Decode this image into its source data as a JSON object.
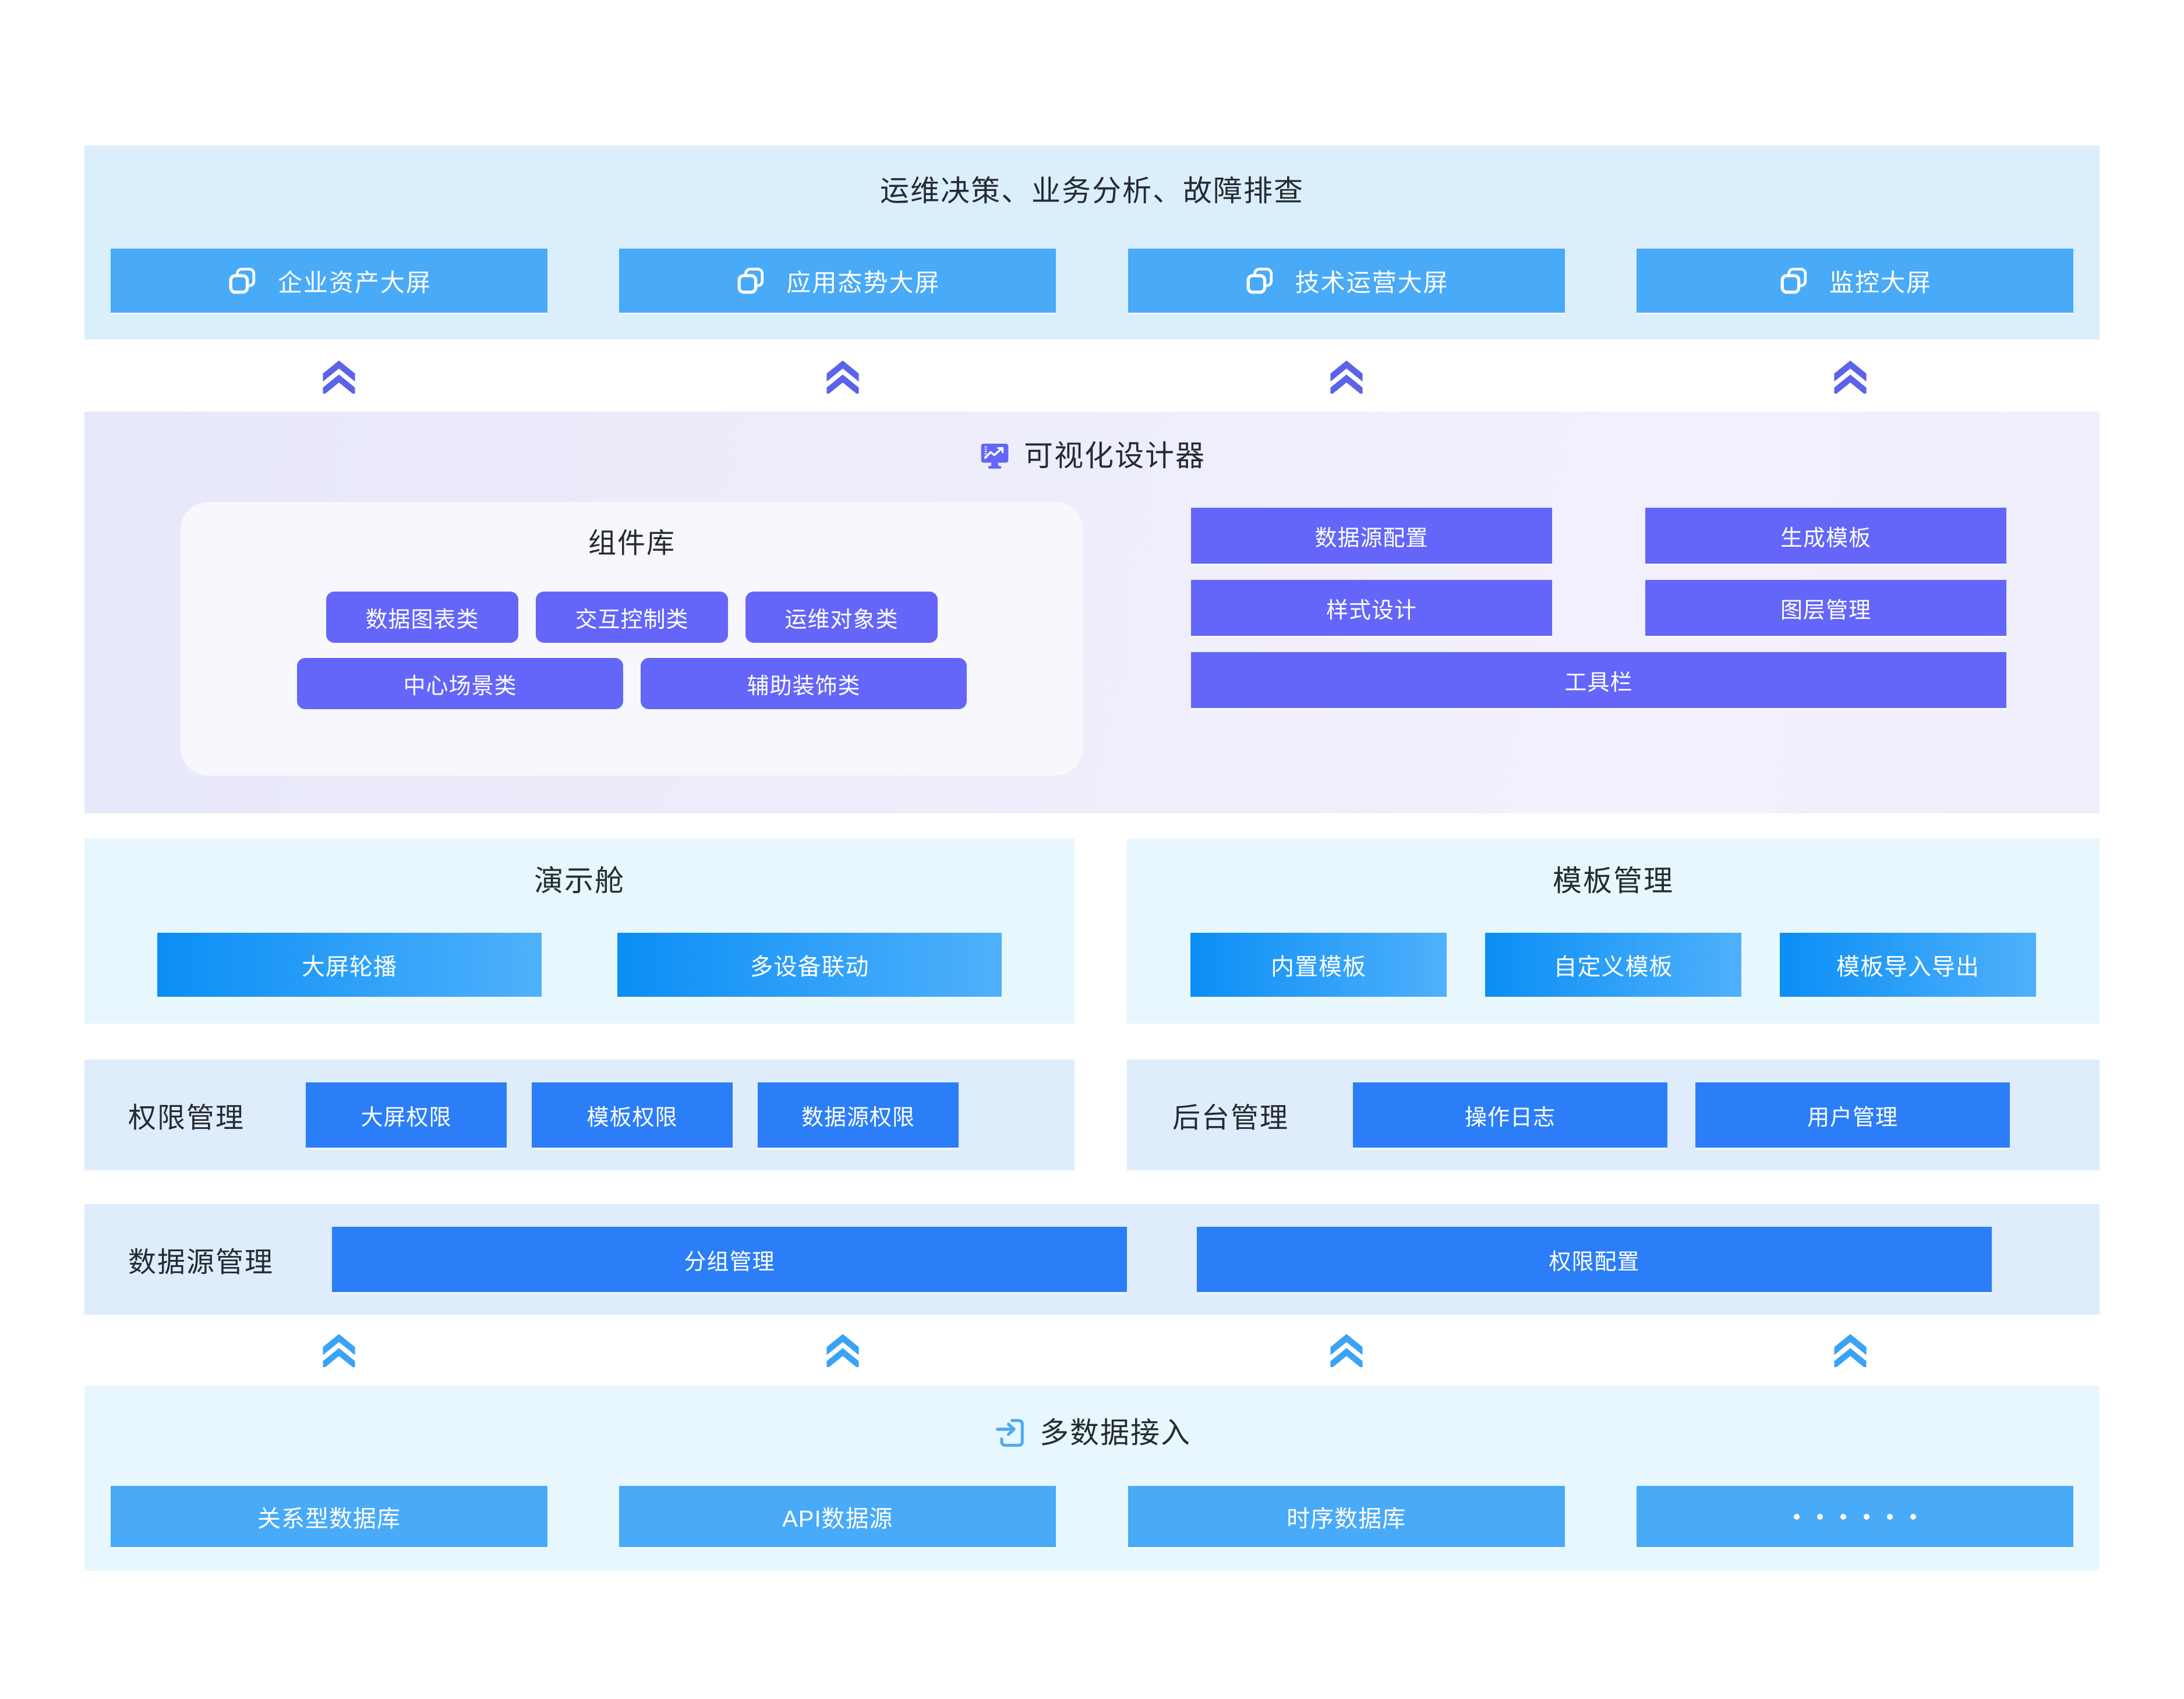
{
  "scenarios": {
    "title": "运维决策、业务分析、故障排查",
    "items": [
      {
        "label": "企业资产大屏",
        "icon": "layers-icon"
      },
      {
        "label": "应用态势大屏",
        "icon": "layers-icon"
      },
      {
        "label": "技术运营大屏",
        "icon": "layers-icon"
      },
      {
        "label": "监控大屏",
        "icon": "layers-icon"
      }
    ]
  },
  "designer": {
    "title": "可视化设计器",
    "icon": "monitor-chart-icon",
    "component_library": {
      "title": "组件库",
      "row1": [
        "数据图表类",
        "交互控制类",
        "运维对象类"
      ],
      "row2": [
        "中心场景类",
        "辅助装饰类"
      ]
    },
    "tools": {
      "row1": [
        "数据源配置",
        "生成模板"
      ],
      "row2": [
        "样式设计",
        "图层管理"
      ],
      "row3": [
        "工具栏"
      ]
    }
  },
  "demo": {
    "title": "演示舱",
    "items": [
      "大屏轮播",
      "多设备联动"
    ]
  },
  "template": {
    "title": "模板管理",
    "items": [
      "内置模板",
      "自定义模板",
      "模板导入导出"
    ]
  },
  "permission": {
    "title": "权限管理",
    "items": [
      "大屏权限",
      "模板权限",
      "数据源权限"
    ]
  },
  "backend": {
    "title": "后台管理",
    "items": [
      "操作日志",
      "用户管理"
    ]
  },
  "datasource_mgmt": {
    "title": "数据源管理",
    "items": [
      "分组管理",
      "权限配置"
    ]
  },
  "access": {
    "title": "多数据接入",
    "icon": "import-arrow-icon",
    "items": [
      "关系型数据库",
      "API数据源",
      "时序数据库",
      "……"
    ]
  },
  "connectors": {
    "top_icon": "double-chevron-up-icon",
    "bottom_icon": "double-chevron-up-icon",
    "top_count": 4,
    "bottom_count": 4
  },
  "colors": {
    "scenario_blue": "#49aaf7",
    "designer_purple": "#6366f8",
    "solid_blue": "#2b7ef7",
    "gradient_from": "#0b8ef5",
    "gradient_to": "#4fb1fb",
    "band_light_blue": "#dbeefb",
    "band_cyan": "#e8f7fd",
    "band_pale": "#dfecfb",
    "chevron_top": "#5b63e8",
    "chevron_bottom": "#3ba3f5"
  }
}
